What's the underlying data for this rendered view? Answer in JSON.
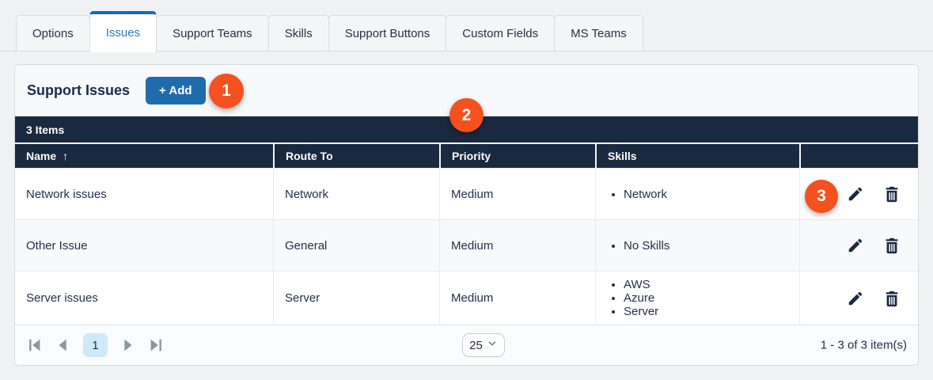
{
  "tabs": [
    {
      "label": "Options",
      "active": false
    },
    {
      "label": "Issues",
      "active": true
    },
    {
      "label": "Support Teams",
      "active": false
    },
    {
      "label": "Skills",
      "active": false
    },
    {
      "label": "Support Buttons",
      "active": false
    },
    {
      "label": "Custom Fields",
      "active": false
    },
    {
      "label": "MS Teams",
      "active": false
    }
  ],
  "header": {
    "title": "Support Issues",
    "add_button_label": "+ Add"
  },
  "table": {
    "items_count_label": "3 Items",
    "sort_arrow": "↑",
    "columns": [
      "Name",
      "Route To",
      "Priority",
      "Skills"
    ],
    "rows": [
      {
        "name": "Network issues",
        "route_to": "Network",
        "priority": "Medium",
        "skills": [
          "Network"
        ]
      },
      {
        "name": "Other Issue",
        "route_to": "General",
        "priority": "Medium",
        "skills": [
          "No Skills"
        ]
      },
      {
        "name": "Server issues",
        "route_to": "Server",
        "priority": "Medium",
        "skills": [
          "AWS",
          "Azure",
          "Server"
        ]
      }
    ]
  },
  "pagination": {
    "current_page": "1",
    "page_size": "25",
    "range_label": "1 - 3 of 3 item(s)"
  },
  "badges": [
    "1",
    "2",
    "3"
  ],
  "icons": {
    "edit": "pencil",
    "delete": "trash",
    "first_page": "bar-triangle-left",
    "prev_page": "triangle-left",
    "next_page": "triangle-right",
    "last_page": "triangle-bar-right",
    "page_size_chevron": "chevron-down",
    "sort": "arrow-up"
  },
  "colors": {
    "accent_orange": "#f4511e",
    "primary_blue": "#1f6cad",
    "active_tab_blue": "#1a6aad",
    "header_navy": "#19293f",
    "page_current_bg": "#cdeaf6"
  }
}
